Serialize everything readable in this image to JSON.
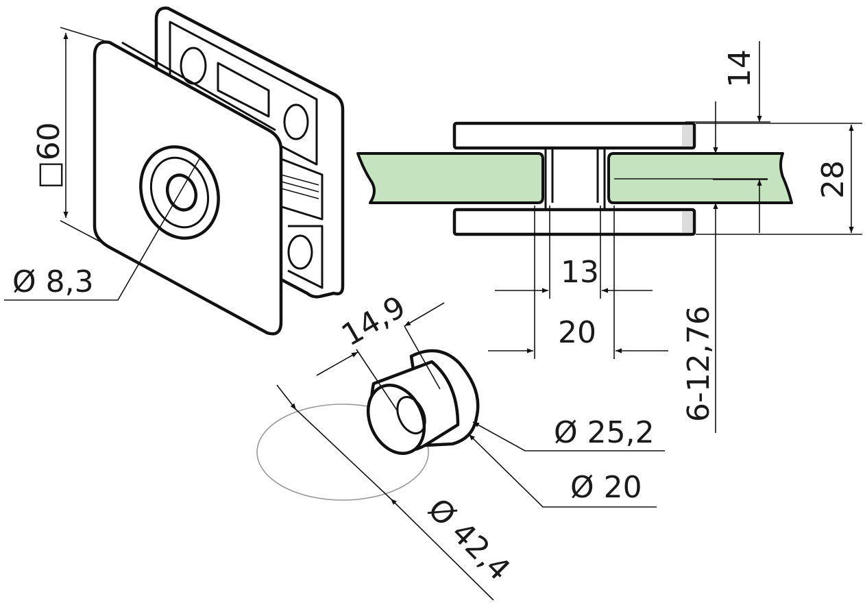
{
  "drawing": {
    "colors": {
      "glass": "#c6e3bf",
      "line": "#111111",
      "construction": "#9a9a9a"
    },
    "dimensions": {
      "square_60": "□60",
      "hole_diameter": "Ø 8,3",
      "top_offset": "14",
      "total_height": "28",
      "gap_inner": "13",
      "gap_outer": "20",
      "glass_range": "6-12,76",
      "bushing_length": "14,9",
      "flange_diameter": "Ø 25,2",
      "bushing_diameter": "Ø 20",
      "round_diameter": "Ø 42,4"
    }
  }
}
